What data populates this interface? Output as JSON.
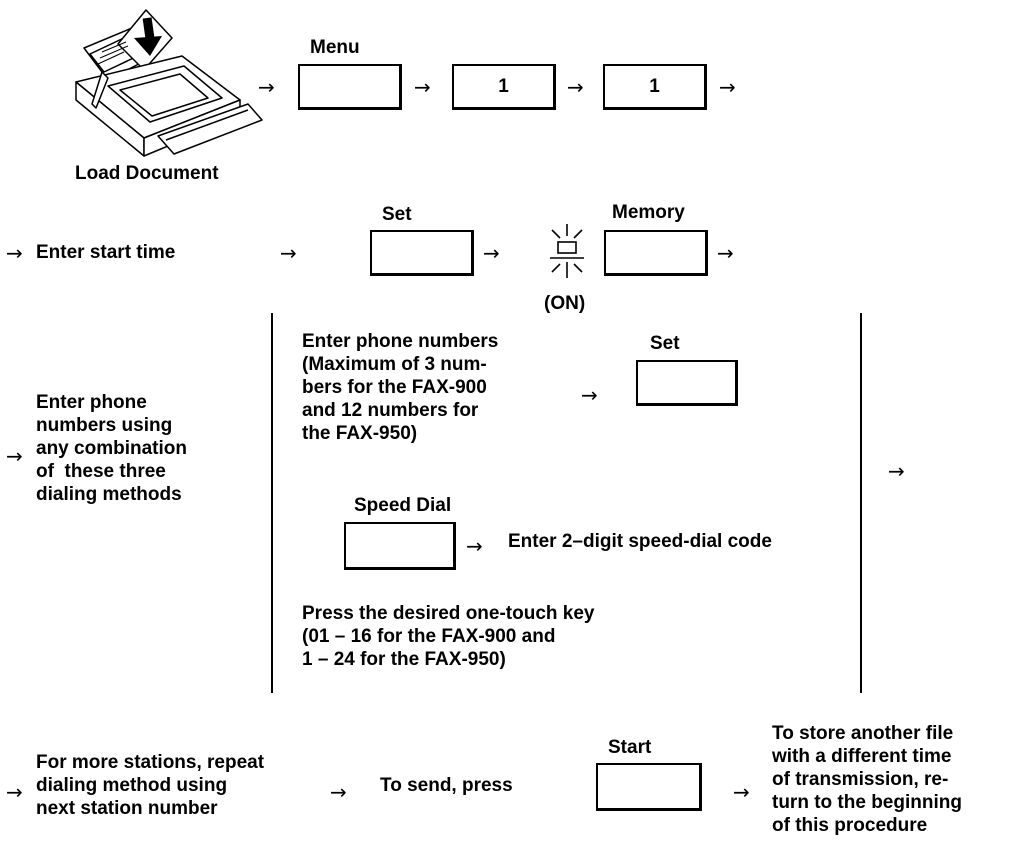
{
  "row1": {
    "load_label": "Load Document",
    "menu_label": "Menu",
    "key1_text": "1",
    "key2_text": "1"
  },
  "row2": {
    "start_time_text": "Enter start time",
    "set_label": "Set",
    "memory_label": "Memory",
    "on_label": "(ON)"
  },
  "row3": {
    "intro_text": "Enter phone\nnumbers using\nany combination\nof  these three\ndialing methods",
    "method1_text": "Enter phone numbers\n(Maximum of 3 num-\nbers for the FAX-900\nand 12 numbers for\nthe FAX-950)",
    "method1_set_label": "Set",
    "speed_dial_label": "Speed Dial",
    "speed_dial_text": "Enter 2–digit speed-dial code",
    "one_touch_text": "Press the desired one-touch key\n(01 – 16 for the FAX-900 and\n1 – 24 for the FAX-950)"
  },
  "row4": {
    "repeat_text": "For more stations, repeat\ndialing method using\nnext station number",
    "send_text": "To send, press",
    "start_label": "Start",
    "final_text": "To store another file\nwith a different time\nof transmission, re-\nturn to the beginning\nof this procedure"
  },
  "arrow_glyph": "→"
}
